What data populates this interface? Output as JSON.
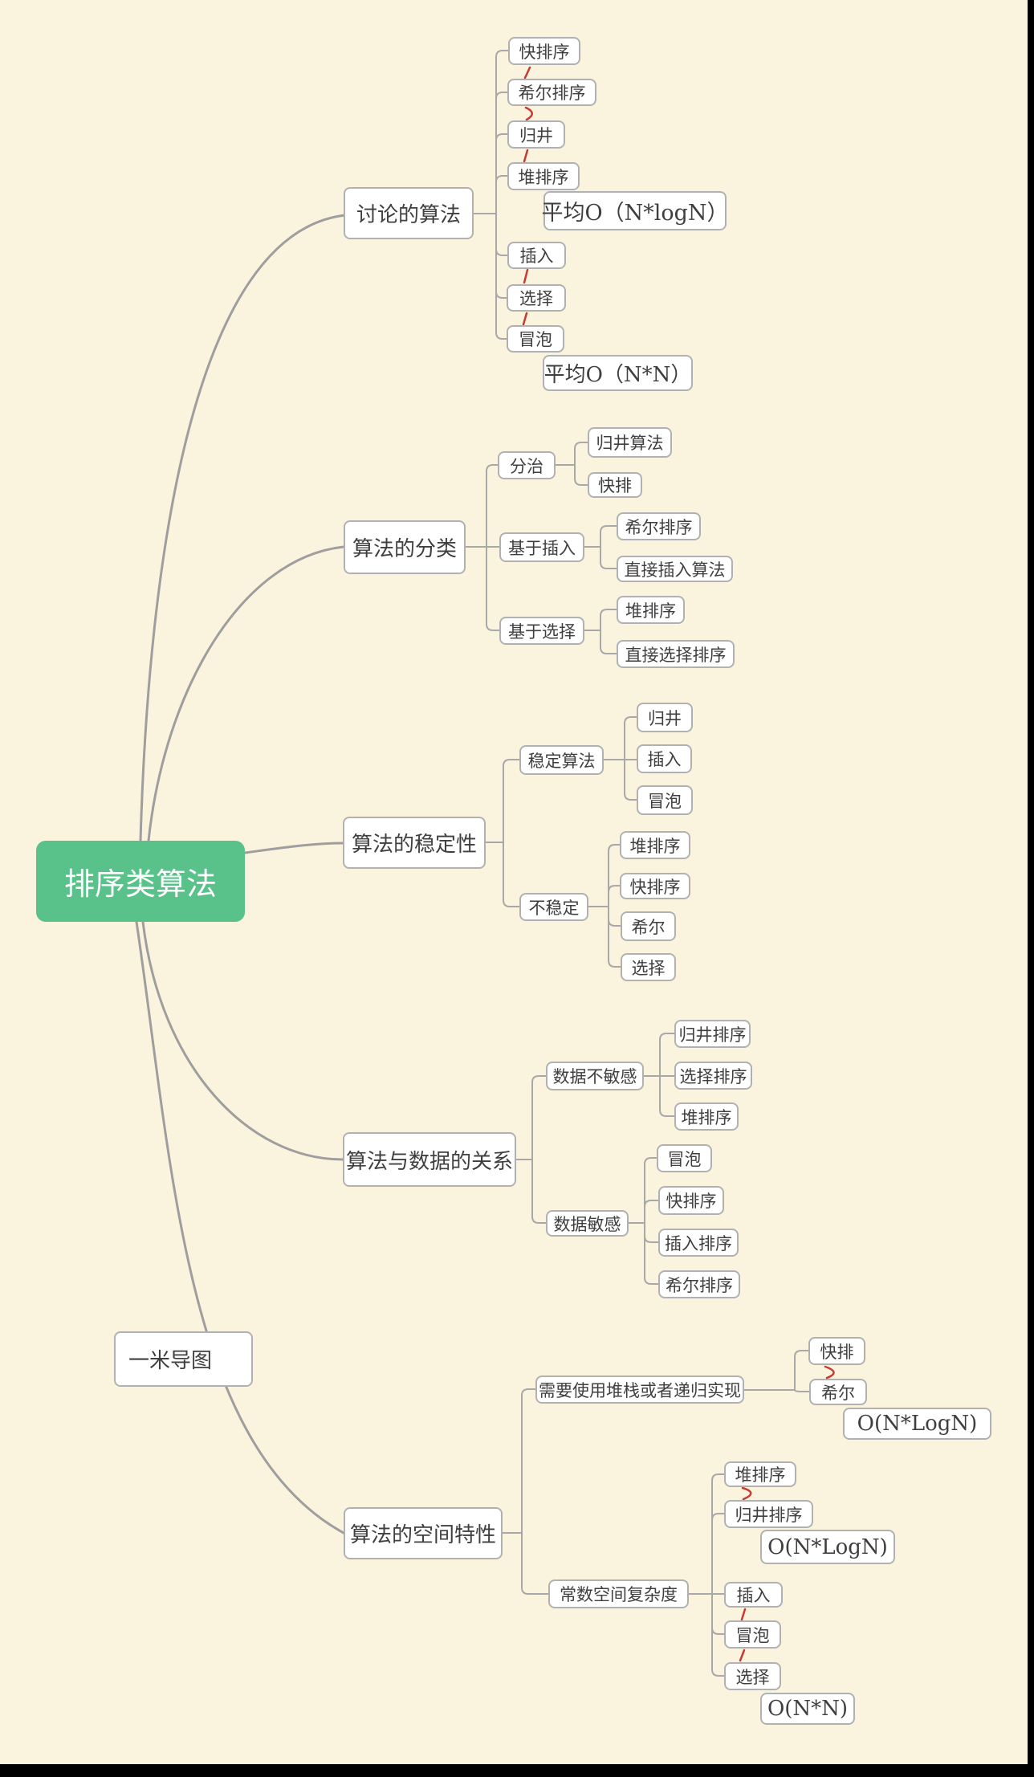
{
  "colors": {
    "background": "#FAF3DD",
    "root_bg": "#58C28A",
    "root_text": "#FFFFFF",
    "node_bg": "#FFFFFF",
    "node_border": "#B1B1B1",
    "node_text": "#3F3F3F",
    "connector": "#A8A8A8",
    "highlight_red": "#C63A32"
  },
  "root": {
    "label": "排序类算法"
  },
  "watermark": {
    "label": "一米导图"
  },
  "branches": [
    {
      "label": "讨论的算法",
      "children": [
        {
          "label": "快排序"
        },
        {
          "label": "希尔排序"
        },
        {
          "label": "归井"
        },
        {
          "label": "堆排序"
        },
        {
          "label": "平均O（N*logN）"
        },
        {
          "label": "插入"
        },
        {
          "label": "选择"
        },
        {
          "label": "冒泡"
        },
        {
          "label": "平均O（N*N）"
        }
      ]
    },
    {
      "label": "算法的分类",
      "children": [
        {
          "label": "分治",
          "children": [
            {
              "label": "归井算法"
            },
            {
              "label": "快排"
            }
          ]
        },
        {
          "label": "基于插入",
          "children": [
            {
              "label": "希尔排序"
            },
            {
              "label": "直接插入算法"
            }
          ]
        },
        {
          "label": "基于选择",
          "children": [
            {
              "label": "堆排序"
            },
            {
              "label": "直接选择排序"
            }
          ]
        }
      ]
    },
    {
      "label": "算法的稳定性",
      "children": [
        {
          "label": "稳定算法",
          "children": [
            {
              "label": "归井"
            },
            {
              "label": "插入"
            },
            {
              "label": "冒泡"
            }
          ]
        },
        {
          "label": "不稳定",
          "children": [
            {
              "label": "堆排序"
            },
            {
              "label": "快排序"
            },
            {
              "label": "希尔"
            },
            {
              "label": "选择"
            }
          ]
        }
      ]
    },
    {
      "label": "算法与数据的关系",
      "children": [
        {
          "label": "数据不敏感",
          "children": [
            {
              "label": "归井排序"
            },
            {
              "label": "选择排序"
            },
            {
              "label": "堆排序"
            }
          ]
        },
        {
          "label": "数据敏感",
          "children": [
            {
              "label": "冒泡"
            },
            {
              "label": "快排序"
            },
            {
              "label": "插入排序"
            },
            {
              "label": "希尔排序"
            }
          ]
        }
      ]
    },
    {
      "label": "算法的空间特性",
      "children": [
        {
          "label": "需要使用堆栈或者递归实现",
          "children": [
            {
              "label": "快排"
            },
            {
              "label": "希尔"
            },
            {
              "label": "O(N*LogN)"
            }
          ]
        },
        {
          "label": "常数空间复杂度",
          "children": [
            {
              "label": "堆排序"
            },
            {
              "label": "归井排序"
            },
            {
              "label": "O(N*LogN)"
            },
            {
              "label": "插入"
            },
            {
              "label": "冒泡"
            },
            {
              "label": "选择"
            },
            {
              "label": "O(N*N)"
            }
          ]
        }
      ]
    }
  ]
}
